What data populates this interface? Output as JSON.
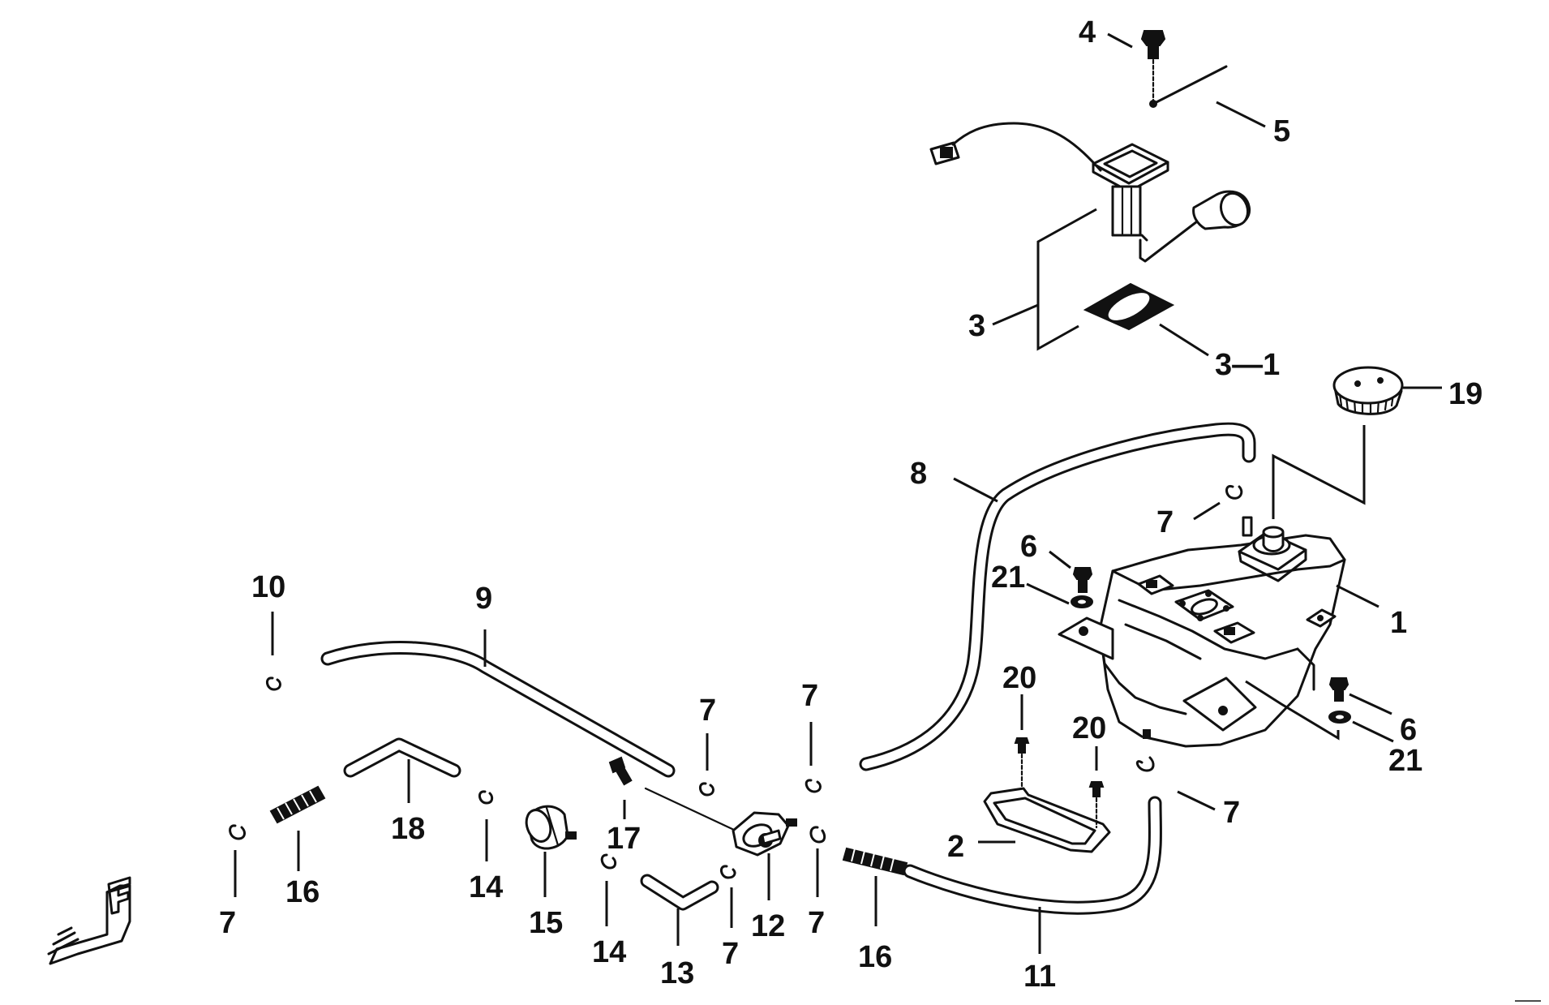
{
  "diagram": {
    "type": "exploded-parts-diagram",
    "orientation_mark": "F",
    "callouts": [
      "1",
      "2",
      "3",
      "3-1",
      "4",
      "5",
      "6",
      "7",
      "8",
      "9",
      "10",
      "11",
      "12",
      "13",
      "14",
      "15",
      "16",
      "17",
      "18",
      "19",
      "20",
      "21"
    ]
  },
  "labels": {
    "n1": "1",
    "n2": "2",
    "n3": "3",
    "n3_1": "3—1",
    "n4": "4",
    "n5": "5",
    "n6": "6",
    "n7": "7",
    "n8": "8",
    "n9": "9",
    "n10": "10",
    "n11": "11",
    "n12": "12",
    "n13": "13",
    "n14": "14",
    "n15": "15",
    "n16": "16",
    "n17": "17",
    "n18": "18",
    "n19": "19",
    "n20": "20",
    "n21": "21"
  }
}
